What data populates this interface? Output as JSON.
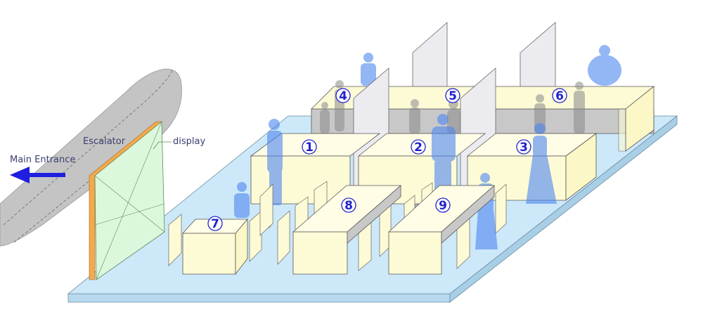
{
  "labels": {
    "main_entrance": "Main Entrance",
    "escalator": "Escalator",
    "display": "display"
  },
  "booths": [
    {
      "number": "1"
    },
    {
      "number": "2"
    },
    {
      "number": "3"
    },
    {
      "number": "4"
    },
    {
      "number": "5"
    },
    {
      "number": "6"
    },
    {
      "number": "7"
    },
    {
      "number": "8"
    },
    {
      "number": "9"
    }
  ],
  "colors": {
    "floor": "#cde8f8",
    "booth": "#fdfbd6",
    "partition": "#ecebf0",
    "display": "#dcf8dc",
    "display_edge": "#f5a94a",
    "escalator": "#c4c4c4",
    "people": "#4d86f0",
    "arrow": "#1f1fe0",
    "number": "#2222cc"
  }
}
